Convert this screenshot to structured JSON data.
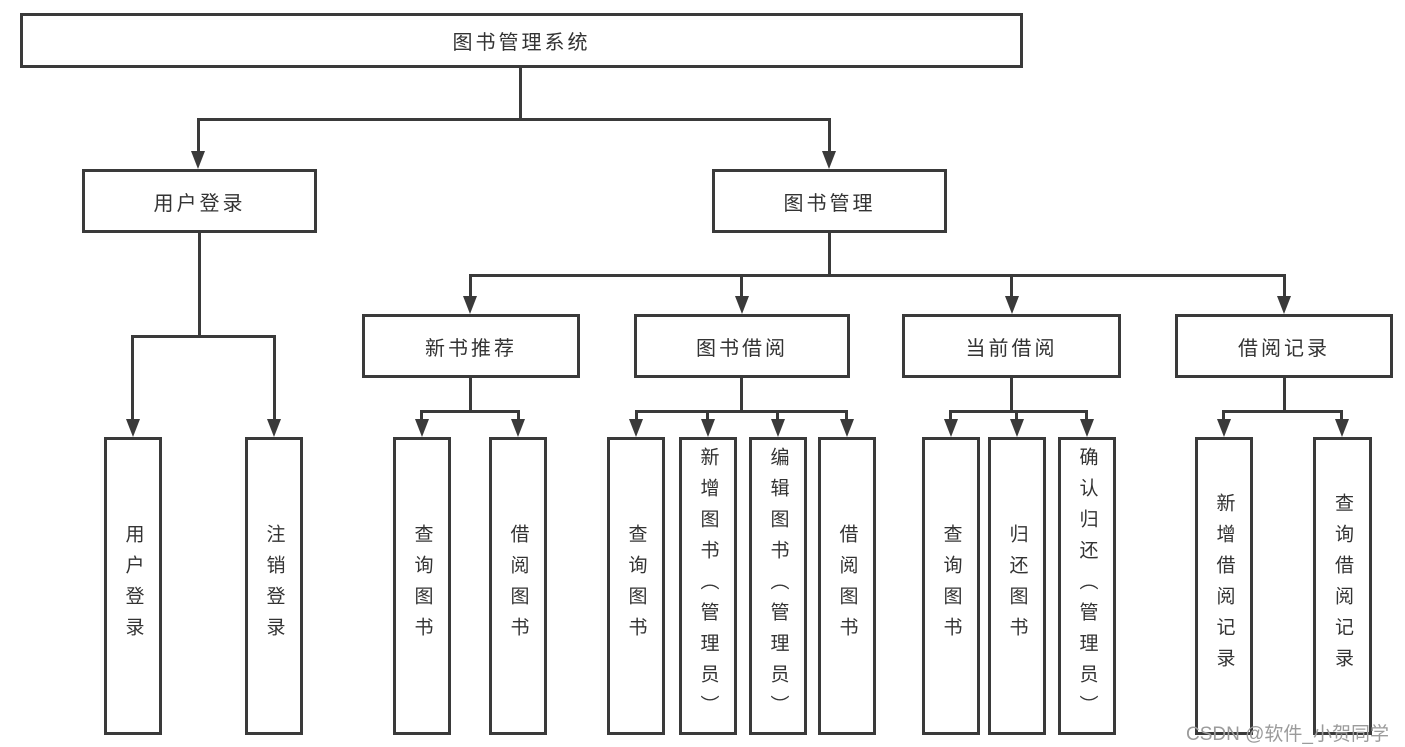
{
  "tree": {
    "root": "图书管理系统",
    "branches": [
      {
        "label": "用户登录",
        "children": [
          "用户登录",
          "注销登录"
        ]
      },
      {
        "label": "图书管理",
        "groups": [
          {
            "label": "新书推荐",
            "children": [
              "查询图书",
              "借阅图书"
            ]
          },
          {
            "label": "图书借阅",
            "children": [
              "查询图书",
              "新增图书（管理员）",
              "编辑图书（管理员）",
              "借阅图书"
            ]
          },
          {
            "label": "当前借阅",
            "children": [
              "查询图书",
              "归还图书",
              "确认归还（管理员）"
            ]
          },
          {
            "label": "借阅记录",
            "children": [
              "新增借阅记录",
              "查询借阅记录"
            ]
          }
        ]
      }
    ]
  },
  "watermark": "CSDN @软件_小贺同学",
  "colors": {
    "line": "#3a3a3a",
    "text": "#333333",
    "watermark": "#9b9b9b",
    "background": "#ffffff"
  }
}
